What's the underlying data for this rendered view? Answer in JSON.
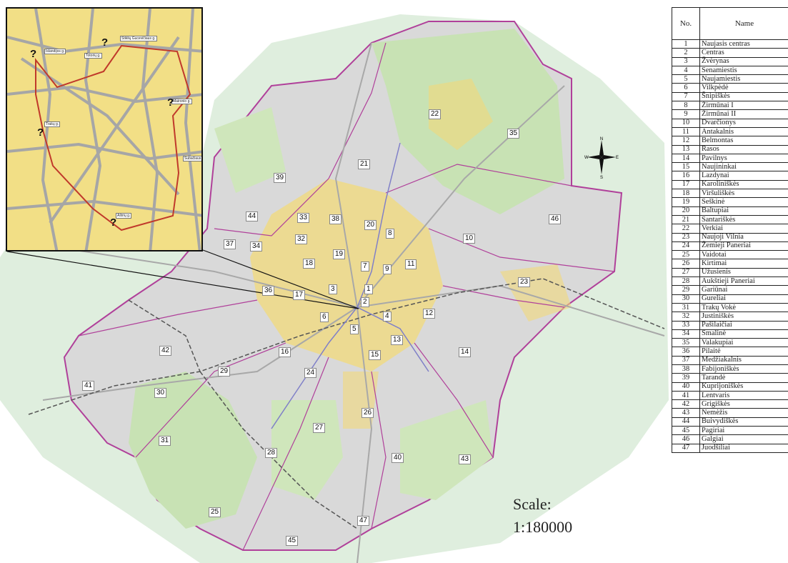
{
  "scale": {
    "label": "Scale:",
    "value": "1:180000"
  },
  "compass": {
    "n": "N",
    "s": "S",
    "e": "E",
    "w": "W"
  },
  "inset": {
    "streets": [
      "Stiklių Gucevičiaus g.",
      "Islandijos g.",
      "Totorių g.",
      "Maironio g.",
      "Trakų g.",
      "Subačiaus",
      "Aštrių g."
    ]
  },
  "legend": {
    "header_no": "No.",
    "header_name": "Name",
    "rows": [
      {
        "no": "1",
        "name": "Naujasis centras"
      },
      {
        "no": "2",
        "name": "Centras"
      },
      {
        "no": "3",
        "name": "Žvėrynas"
      },
      {
        "no": "4",
        "name": "Senamiestis"
      },
      {
        "no": "5",
        "name": "Naujamiestis"
      },
      {
        "no": "6",
        "name": "Vilkpėdė"
      },
      {
        "no": "7",
        "name": "Šnipiškės"
      },
      {
        "no": "8",
        "name": "Žirmūnai I"
      },
      {
        "no": "9",
        "name": "Žirmūnai II"
      },
      {
        "no": "10",
        "name": "Dvarčionys"
      },
      {
        "no": "11",
        "name": "Antakalnis"
      },
      {
        "no": "12",
        "name": "Belmontas"
      },
      {
        "no": "13",
        "name": "Rasos"
      },
      {
        "no": "14",
        "name": "Pavilnys"
      },
      {
        "no": "15",
        "name": "Naujininkai"
      },
      {
        "no": "16",
        "name": "Lazdynai"
      },
      {
        "no": "17",
        "name": "Karoliniškės"
      },
      {
        "no": "18",
        "name": "Viršuliškės"
      },
      {
        "no": "19",
        "name": "Seškinė"
      },
      {
        "no": "20",
        "name": "Baltupiai"
      },
      {
        "no": "21",
        "name": "Santariškės"
      },
      {
        "no": "22",
        "name": "Verkiai"
      },
      {
        "no": "23",
        "name": "Naujoji Vilnia"
      },
      {
        "no": "24",
        "name": "Žemieji Paneriai"
      },
      {
        "no": "25",
        "name": "Vaidotai"
      },
      {
        "no": "26",
        "name": "Kirtimai"
      },
      {
        "no": "27",
        "name": "Užusienis"
      },
      {
        "no": "28",
        "name": "Aukštieji Paneriai"
      },
      {
        "no": "29",
        "name": "Gariūnai"
      },
      {
        "no": "30",
        "name": "Gureliai"
      },
      {
        "no": "31",
        "name": "Trakų Vokė"
      },
      {
        "no": "32",
        "name": "Justiniškės"
      },
      {
        "no": "33",
        "name": "Pašilaičiai"
      },
      {
        "no": "34",
        "name": "Smalinė"
      },
      {
        "no": "35",
        "name": "Valakupiai"
      },
      {
        "no": "36",
        "name": "Pilaitė"
      },
      {
        "no": "37",
        "name": "Medžiakalnis"
      },
      {
        "no": "38",
        "name": "Fabijoniškės"
      },
      {
        "no": "39",
        "name": "Tarandė"
      },
      {
        "no": "40",
        "name": "Kuprijoniškės"
      },
      {
        "no": "41",
        "name": "Lentvaris"
      },
      {
        "no": "42",
        "name": "Grigiškės"
      },
      {
        "no": "43",
        "name": "Nemėžis"
      },
      {
        "no": "44",
        "name": "Buivydiškės"
      },
      {
        "no": "45",
        "name": "Pagiriai"
      },
      {
        "no": "46",
        "name": "Galgiai"
      },
      {
        "no": "47",
        "name": "Juodšiliai"
      }
    ]
  },
  "district_labels": [
    "1",
    "2",
    "3",
    "4",
    "5",
    "6",
    "7",
    "8",
    "9",
    "10",
    "11",
    "12",
    "13",
    "14",
    "15",
    "16",
    "17",
    "18",
    "19",
    "20",
    "21",
    "22",
    "23",
    "24",
    "25",
    "26",
    "27",
    "28",
    "29",
    "30",
    "31",
    "32",
    "33",
    "34",
    "35",
    "36",
    "37",
    "38",
    "39",
    "40",
    "41",
    "42",
    "43",
    "44",
    "45",
    "46",
    "47"
  ]
}
